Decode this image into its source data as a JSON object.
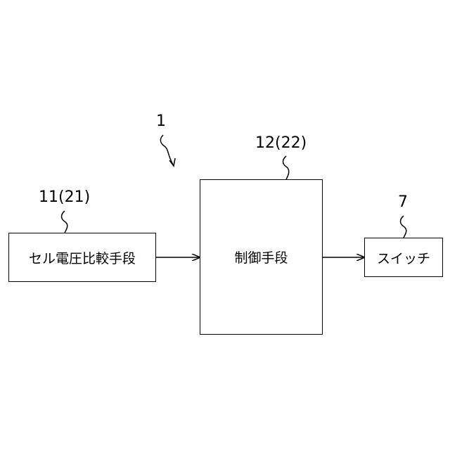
{
  "diagram": {
    "system_ref": "1",
    "blocks": [
      {
        "id": "cell-voltage-comparison",
        "label": "セル電圧比較手段",
        "ref": "11(21)"
      },
      {
        "id": "control",
        "label": "制御手段",
        "ref": "12(22)"
      },
      {
        "id": "switch",
        "label": "スイッチ",
        "ref": "7"
      }
    ],
    "connections": [
      {
        "from": "cell-voltage-comparison",
        "to": "control"
      },
      {
        "from": "control",
        "to": "switch"
      }
    ]
  }
}
